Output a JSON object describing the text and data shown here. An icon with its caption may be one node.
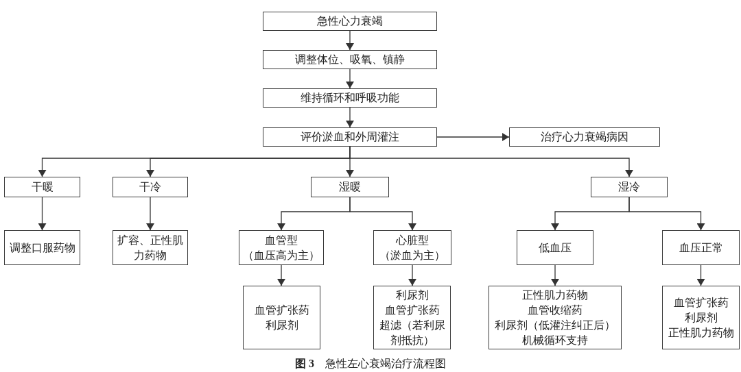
{
  "diagram": {
    "caption": "**图 3**　急性左心衰竭治疗流程图",
    "nodes": [
      {
        "text": [
          "急性心力衰竭"
        ]
      },
      {
        "text": [
          "调整体位、吸氧、镇静"
        ]
      },
      {
        "text": [
          "维持循环和呼吸功能"
        ]
      },
      {
        "text": [
          "评价淤血和外周灌注"
        ]
      },
      {
        "text": [
          "治疗心力衰竭病因"
        ]
      },
      {
        "text": [
          "干暖"
        ]
      },
      {
        "text": [
          "干冷"
        ]
      },
      {
        "text": [
          "湿暖"
        ]
      },
      {
        "text": [
          "湿冷"
        ]
      },
      {
        "text": [
          "调整口服药物"
        ]
      },
      {
        "text": [
          "扩容、正性肌力药物"
        ]
      },
      {
        "text": [
          "血管型",
          "（血压高为主）"
        ]
      },
      {
        "text": [
          "心脏型",
          "（淤血为主）"
        ]
      },
      {
        "text": [
          "低血压"
        ]
      },
      {
        "text": [
          "血压正常"
        ]
      },
      {
        "text": [
          "血管扩张药",
          "利尿剂"
        ]
      },
      {
        "text": [
          "利尿剂",
          "血管扩张药",
          "超滤（若利尿剂抵抗）"
        ]
      },
      {
        "text": [
          "正性肌力药物",
          "血管收缩药",
          "利尿剂（低灌注纠正后）",
          "机械循环支持"
        ]
      },
      {
        "text": [
          "血管扩张药",
          "利尿剂",
          "正性肌力药物"
        ]
      }
    ],
    "edges": [
      {
        "from": 0,
        "to": 1,
        "arrow": "to"
      },
      {
        "from": 1,
        "to": 2,
        "arrow": "to"
      },
      {
        "from": 2,
        "to": 3,
        "arrow": "to"
      },
      {
        "from": 3,
        "to": 4,
        "arrow": "to"
      },
      {
        "from": 3,
        "to": 5,
        "arrow": "to"
      },
      {
        "from": 3,
        "to": 6,
        "arrow": "to"
      },
      {
        "from": 3,
        "to": 7,
        "arrow": "to"
      },
      {
        "from": 3,
        "to": 8,
        "arrow": "to"
      },
      {
        "from": 5,
        "to": 9,
        "arrow": "to"
      },
      {
        "from": 6,
        "to": 10,
        "arrow": "to"
      },
      {
        "from": 7,
        "to": 11,
        "arrow": "to"
      },
      {
        "from": 7,
        "to": 12,
        "arrow": "to"
      },
      {
        "from": 8,
        "to": 13,
        "arrow": "to"
      },
      {
        "from": 8,
        "to": 14,
        "arrow": "to"
      },
      {
        "from": 11,
        "to": 15,
        "arrow": "to"
      },
      {
        "from": 12,
        "to": 16,
        "arrow": "to"
      },
      {
        "from": 13,
        "to": 17,
        "arrow": "to"
      },
      {
        "from": 14,
        "to": 18,
        "arrow": "to"
      }
    ]
  }
}
